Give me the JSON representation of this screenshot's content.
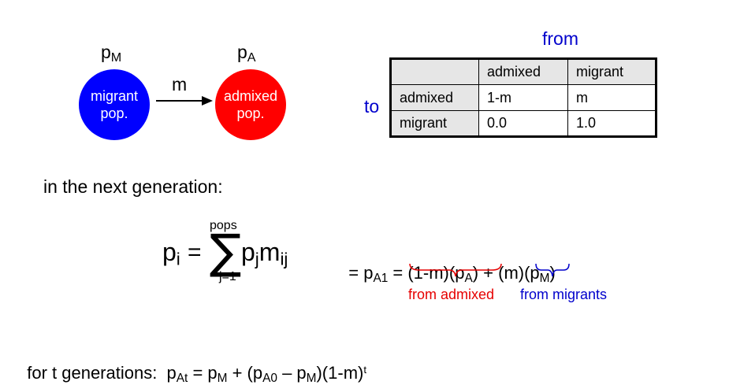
{
  "nodes": {
    "migrant": {
      "symbol": "p",
      "subscript": "M",
      "line1": "migrant",
      "line2": "pop.",
      "color": "#0000ff"
    },
    "admixed": {
      "symbol": "p",
      "subscript": "A",
      "line1": "admixed",
      "line2": "pop.",
      "color": "#ff0000"
    }
  },
  "edge_label": "m",
  "table": {
    "col_axis": "from",
    "row_axis": "to",
    "headers": [
      "",
      "admixed",
      "migrant"
    ],
    "rows": [
      {
        "label": "admixed",
        "values": [
          "1-m",
          "m"
        ]
      },
      {
        "label": "migrant",
        "values": [
          "0.0",
          "1.0"
        ]
      }
    ]
  },
  "next_gen_text": "in the next generation:",
  "formula": {
    "lhs": "p",
    "lhs_sub": "i",
    "eq": "=",
    "sum_top": "pops",
    "sum_bottom": "j=1",
    "sigma": "∑",
    "term_p": "p",
    "term_p_sub": "j",
    "term_m": "m",
    "term_m_sub": "ij",
    "rhs_eq": "= p",
    "rhs_sub": "A1",
    "rhs_eq2": " = (1-m)(p",
    "rhs_sub_a": "A",
    "rhs_plus": ") + (m)(p",
    "rhs_sub_m": "M",
    "rhs_close": ")"
  },
  "brace_labels": {
    "admixed": "from admixed",
    "migrants": "from migrants"
  },
  "t_generations": {
    "prefix": "for t generations:  p",
    "sub_at": "At",
    "eq_pm": " = p",
    "sub_m": "M",
    "plus": " + (p",
    "sub_a0": "A0",
    "minus": " – p",
    "sub_m2": "M",
    "tail": ")(1-m)",
    "exp": "t"
  },
  "colors": {
    "blue_text": "#0000cc",
    "red_text": "#e60000",
    "table_header_bg": "#e6e6e6"
  }
}
